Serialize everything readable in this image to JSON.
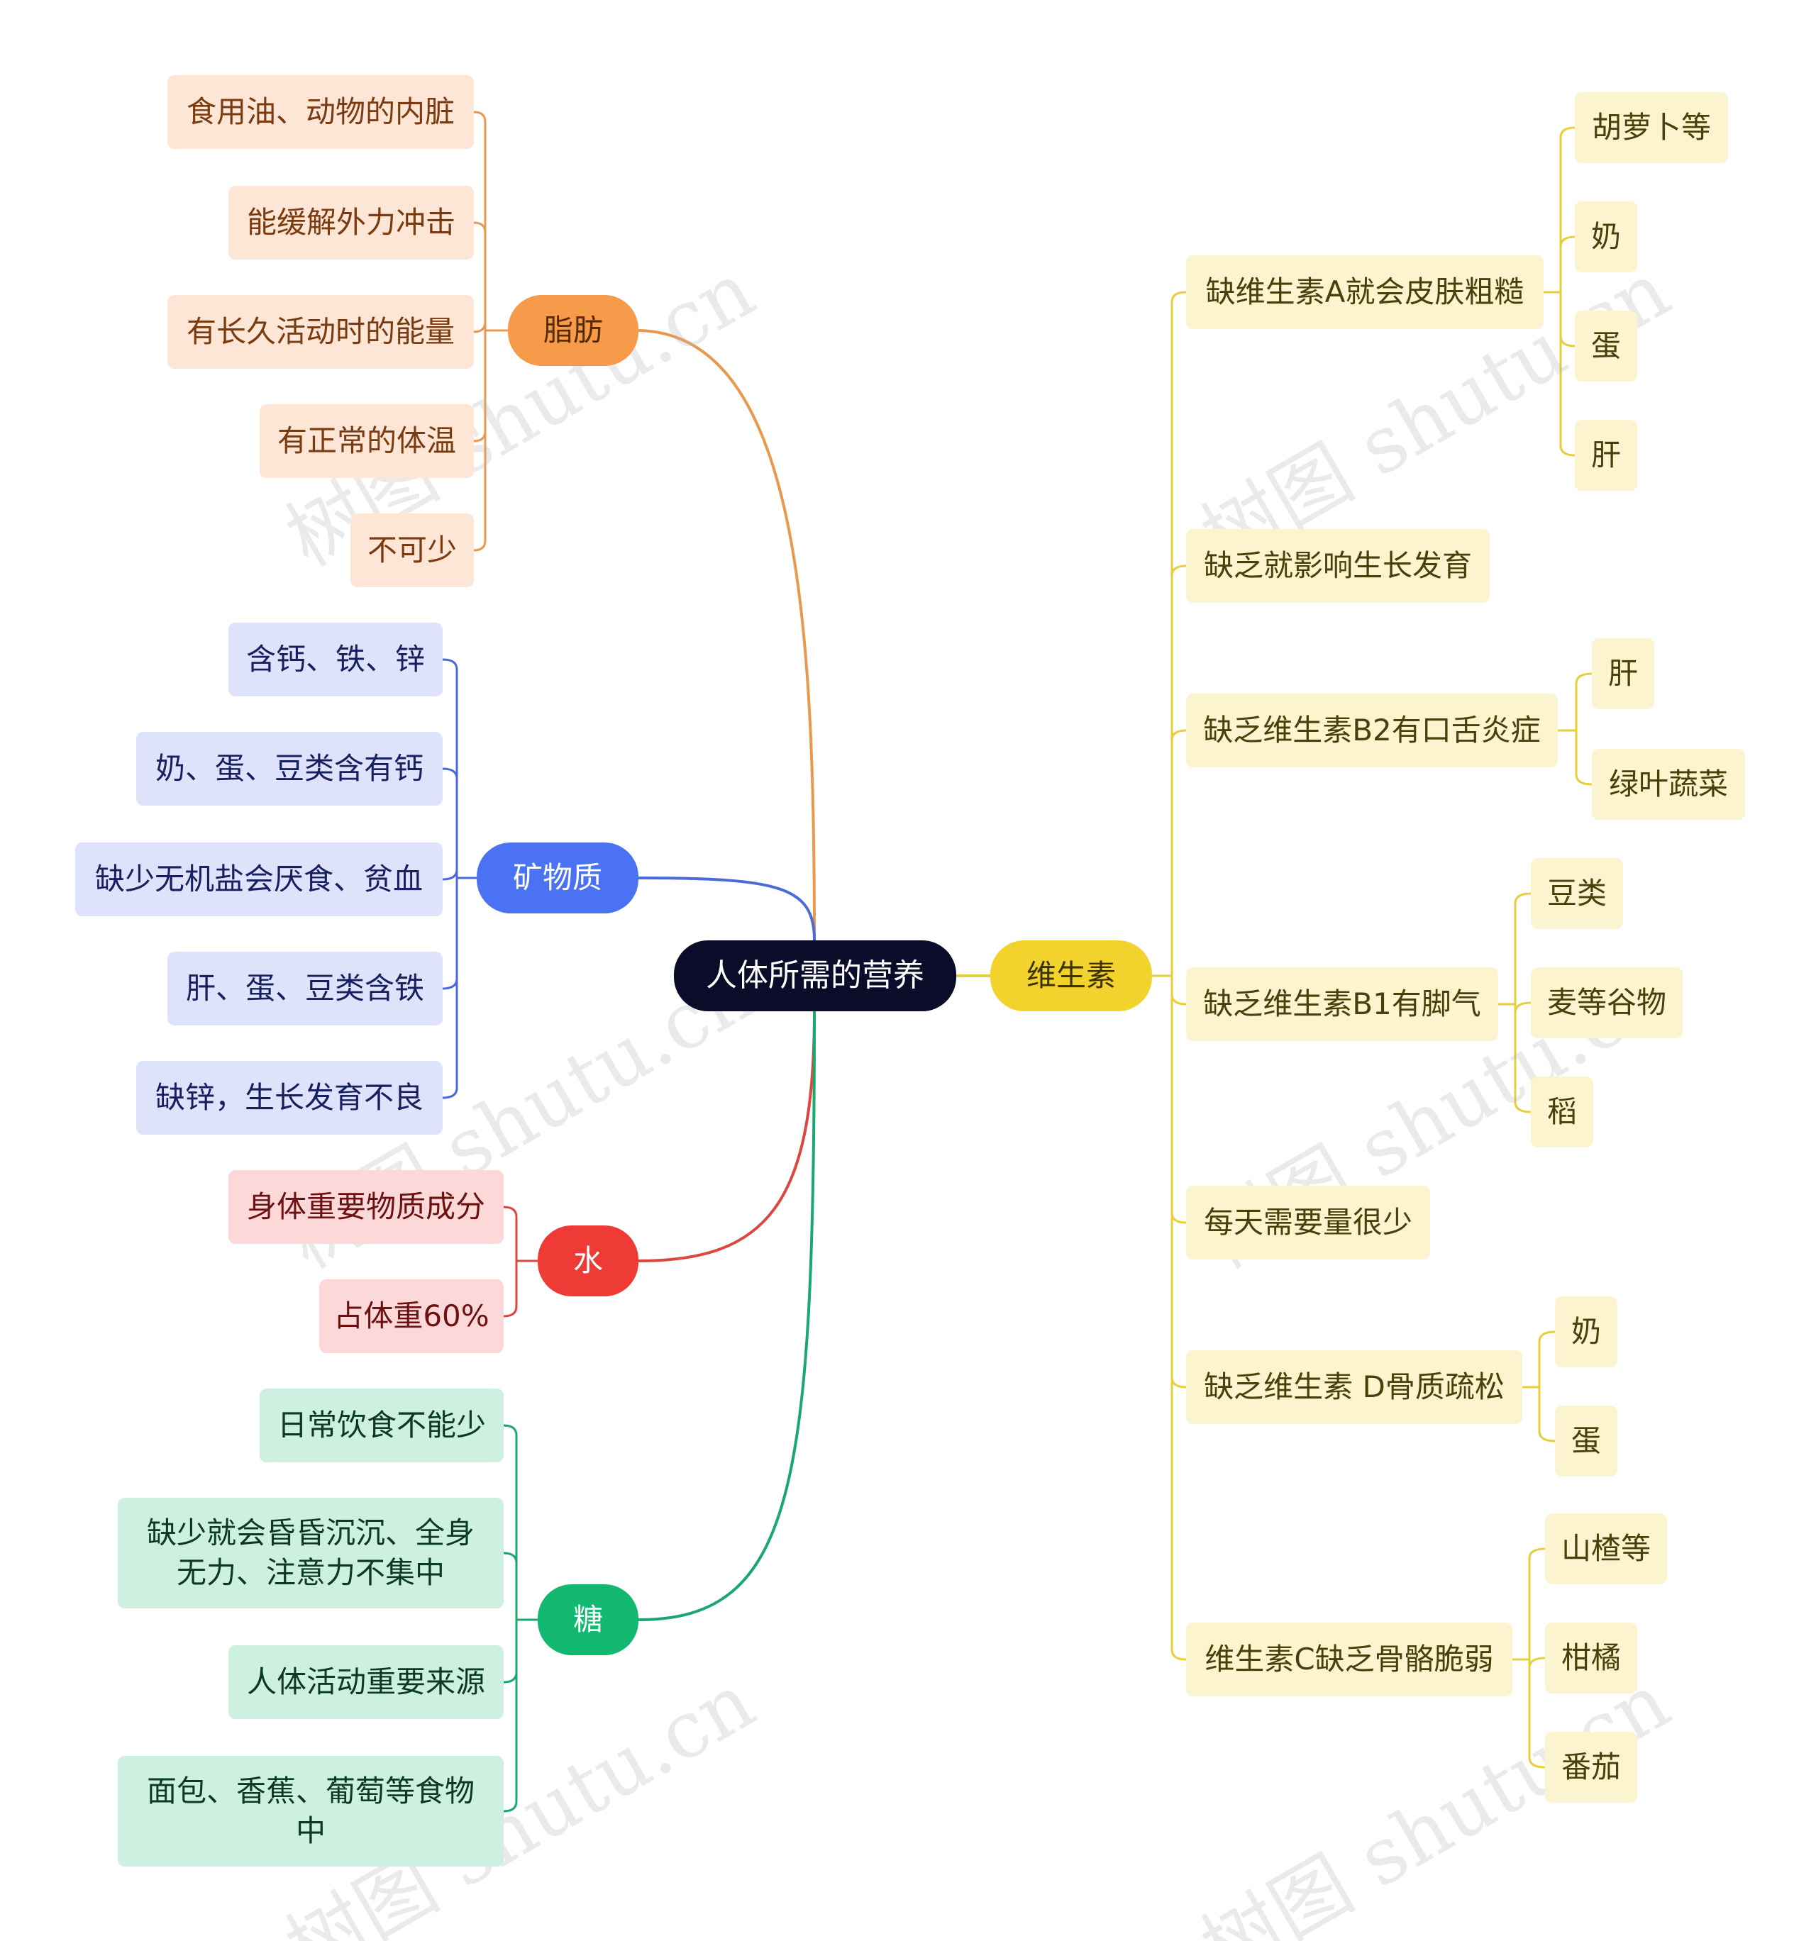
{
  "root": "人体所需的营养",
  "watermark": "树图 shutu.cn",
  "colors": {
    "fat": "#e8994f",
    "minerals": "#4a6ad9",
    "water": "#d9473f",
    "sugar": "#1aa86e",
    "vitamins": "#e6cf3a"
  },
  "branches": {
    "fat": {
      "label": "脂肪",
      "items": [
        "食用油、动物的内脏",
        "能缓解外力冲击",
        "有长久活动时的能量",
        "有正常的体温",
        "不可少"
      ]
    },
    "minerals": {
      "label": "矿物质",
      "items": [
        "含钙、铁、锌",
        "奶、蛋、豆类含有钙",
        "缺少无机盐会厌食、贫血",
        "肝、蛋、豆类含铁",
        "缺锌，生长发育不良"
      ]
    },
    "water": {
      "label": "水",
      "items": [
        "身体重要物质成分",
        "占体重60%"
      ]
    },
    "sugar": {
      "label": "糖",
      "items": [
        "日常饮食不能少",
        "缺少就会昏昏沉沉、全身无力、注意力不集中",
        "人体活动重要来源",
        "面包、香蕉、葡萄等食物中"
      ]
    },
    "vitamins": {
      "label": "维生素",
      "items": [
        {
          "label": "缺维生素A就会皮肤粗糙",
          "children": [
            "胡萝卜等",
            "奶",
            "蛋",
            "肝"
          ]
        },
        {
          "label": "缺乏就影响生长发育",
          "children": []
        },
        {
          "label": "缺乏维生素B2有口舌炎症",
          "children": [
            "肝",
            "绿叶蔬菜"
          ]
        },
        {
          "label": "缺乏维生素B1有脚气",
          "children": [
            "豆类",
            "麦等谷物",
            "稻"
          ]
        },
        {
          "label": "每天需要量很少",
          "children": []
        },
        {
          "label": "缺乏维生素 D骨质疏松",
          "children": [
            "奶",
            "蛋"
          ]
        },
        {
          "label": "维生素C缺乏骨骼脆弱",
          "children": [
            "山楂等",
            "柑橘",
            "番茄"
          ]
        }
      ]
    }
  }
}
